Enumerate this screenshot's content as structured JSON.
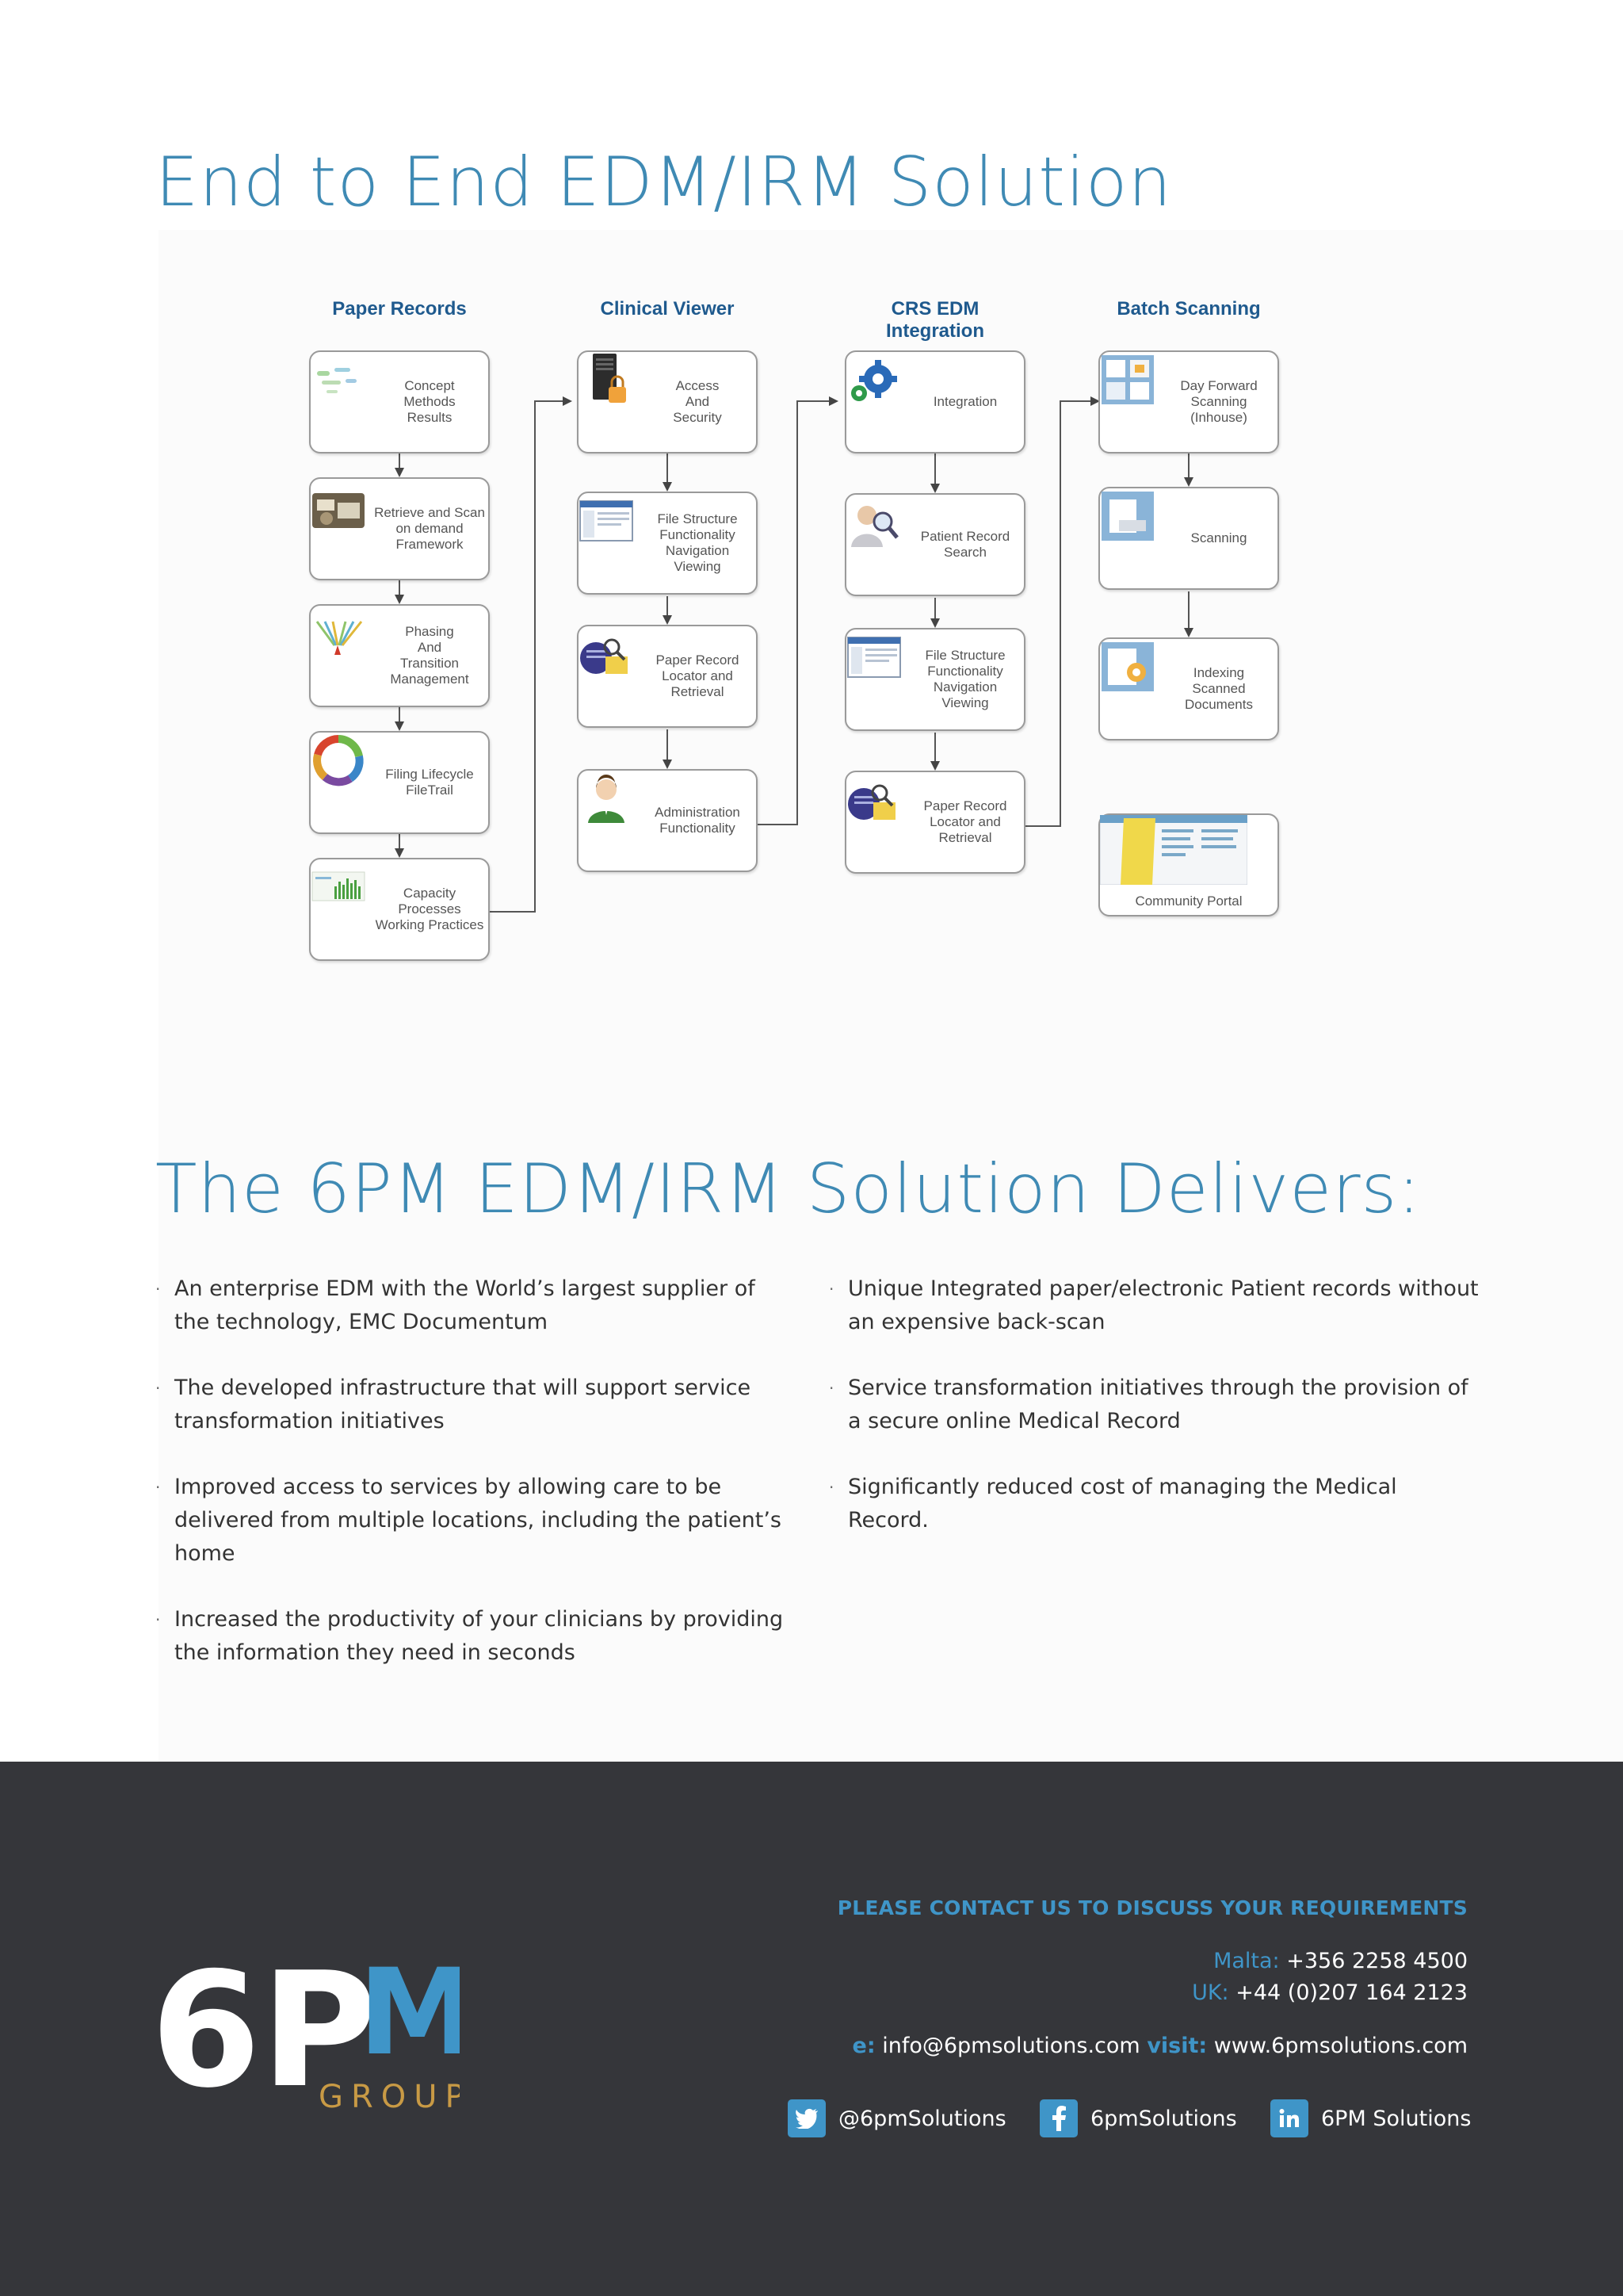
{
  "page": {
    "title": "End to End EDM/IRM Solution",
    "section_title": "The 6PM EDM/IRM Solution Delivers:"
  },
  "diagram": {
    "columns": [
      {
        "heading": "Paper Records",
        "boxes": [
          {
            "label": "Concept\nMethods\nResults",
            "icon": "concept-map-icon"
          },
          {
            "label": "Retrieve and Scan\non demand\nFramework",
            "icon": "scanning-photo-icon"
          },
          {
            "label": "Phasing\nAnd\nTransition\nManagement",
            "icon": "phasing-chart-icon"
          },
          {
            "label": "Filing Lifecycle\nFileTrail",
            "icon": "lifecycle-ring-icon"
          },
          {
            "label": "Capacity\nProcesses\nWorking Practices",
            "icon": "capacity-chart-icon"
          }
        ]
      },
      {
        "heading": "Clinical Viewer",
        "boxes": [
          {
            "label": "Access\nAnd\nSecurity",
            "icon": "server-lock-icon"
          },
          {
            "label": "File Structure\nFunctionality\nNavigation\nViewing",
            "icon": "window-screen-icon"
          },
          {
            "label": "Paper Record\nLocator and\nRetrieval",
            "icon": "folder-search-icon"
          },
          {
            "label": "Administration\nFunctionality",
            "icon": "admin-person-icon"
          }
        ]
      },
      {
        "heading": "CRS EDM\nIntegration",
        "boxes": [
          {
            "label": "Integration",
            "icon": "gears-icon"
          },
          {
            "label": "Patient Record\nSearch",
            "icon": "patient-search-icon"
          },
          {
            "label": "File Structure\nFunctionality\nNavigation\nViewing",
            "icon": "window-screen-icon"
          },
          {
            "label": "Paper Record\nLocator and\nRetrieval",
            "icon": "folder-search-icon"
          }
        ]
      },
      {
        "heading": "Batch Scanning",
        "boxes": [
          {
            "label": "Day Forward\nScanning\n(Inhouse)",
            "icon": "scan-documents-icon"
          },
          {
            "label": "Scanning",
            "icon": "scanner-icon"
          },
          {
            "label": "Indexing\nScanned\nDocuments",
            "icon": "indexing-icon"
          },
          {
            "label": "Community Portal",
            "icon": "portal-screenshot-icon"
          }
        ]
      }
    ]
  },
  "bullets": {
    "left": [
      "An enterprise EDM with the World’s largest supplier of the technology, EMC Documentum",
      "The developed infrastructure that will support service transformation initiatives",
      "Improved access to services by allowing care to be delivered from multiple locations, including the patient’s home",
      "Increased the productivity of your clinicians by providing the information they need in seconds"
    ],
    "right": [
      "Unique Integrated paper/electronic Patient records without an expensive back-scan",
      "Service transformation initiatives through the provision of a secure online Medical Record",
      "Significantly reduced cost of managing the Medical Record."
    ],
    "marker": "·"
  },
  "footer": {
    "logo": {
      "main": "6P",
      "accent": "M",
      "sub": "GROUP"
    },
    "contact_heading": "PLEASE CONTACT US TO DISCUSS YOUR REQUIREMENTS",
    "malta_label": "Malta:",
    "malta_phone": "+356 2258 4500",
    "uk_label": "UK:",
    "uk_phone": "+44 (0)207 164 2123",
    "email_label": "e:",
    "email": "info@6pmsolutions.com",
    "visit_label": "visit:",
    "website": "www.6pmsolutions.com",
    "social": {
      "twitter": "@6pmSolutions",
      "facebook": "6pmSolutions",
      "linkedin": "6PM Solutions"
    }
  },
  "colors": {
    "accent_blue": "#3f8ab4",
    "footer_bg": "#35363a",
    "logo_gold": "#c89a45",
    "diagram_heading": "#1f5a8e"
  }
}
